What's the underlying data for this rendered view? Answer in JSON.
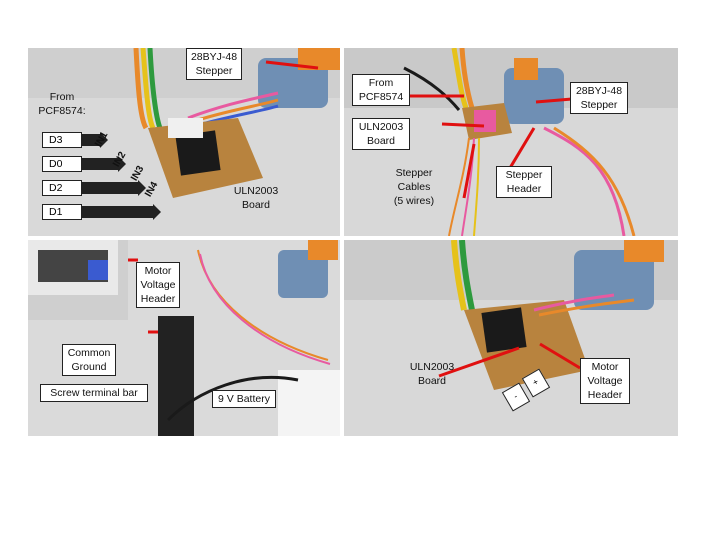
{
  "panel1": {
    "stepper": "28BYJ-48\nStepper",
    "from_pcf": "From\nPCF8574:",
    "pins": [
      "D3",
      "D0",
      "D2",
      "D1"
    ],
    "inputs": [
      "IN1",
      "IN2",
      "IN3",
      "IN4"
    ],
    "board": "ULN2003\nBoard"
  },
  "panel2": {
    "from_pcf": "From\nPCF8574",
    "stepper": "28BYJ-48\nStepper",
    "board": "ULN2003\nBoard",
    "cables": "Stepper\nCables\n(5 wires)",
    "header": "Stepper\nHeader"
  },
  "panel3": {
    "motor_voltage": "Motor\nVoltage\nHeader",
    "common_ground": "Common\nGround",
    "terminal_bar": "Screw terminal bar",
    "battery": "9 V Battery"
  },
  "panel4": {
    "board": "ULN2003\nBoard",
    "minus": "-",
    "plus": "+",
    "motor_voltage": "Motor\nVoltage\nHeader"
  },
  "colors": {
    "arrow": "#e01010",
    "wire_orange": "#e8892a",
    "wire_yellow": "#e6c21a",
    "pcb": "#b8833e",
    "motor_blue": "#5b7fa8"
  }
}
